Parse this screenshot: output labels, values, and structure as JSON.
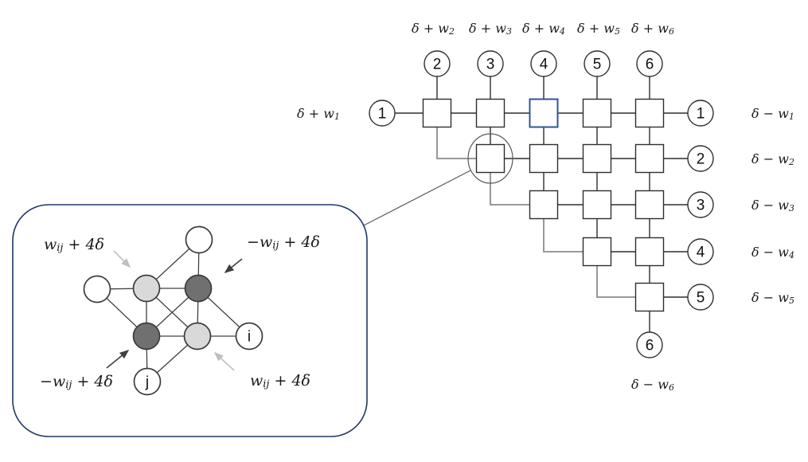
{
  "colors": {
    "line": "#2e2e2e",
    "line-gray": "#8c8c8c",
    "accent-blue": "#2F5597",
    "navy": "#203864",
    "light-gray": "#D9D9D9",
    "dark-gray": "#707070",
    "arrow-dark": "#404040",
    "arrow-light": "#BFBFBF"
  },
  "grid": {
    "top_nodes": [
      {
        "id": "2",
        "label_base": "δ + w",
        "label_sub": "2"
      },
      {
        "id": "3",
        "label_base": "δ + w",
        "label_sub": "3"
      },
      {
        "id": "4",
        "label_base": "δ + w",
        "label_sub": "4"
      },
      {
        "id": "5",
        "label_base": "δ + w",
        "label_sub": "5"
      },
      {
        "id": "6",
        "label_base": "δ + w",
        "label_sub": "6"
      }
    ],
    "left_node": {
      "id": "1",
      "label_base": "δ + w",
      "label_sub": "1"
    },
    "right_nodes": [
      {
        "id": "1",
        "label_base": "δ − w",
        "label_sub": "1"
      },
      {
        "id": "2",
        "label_base": "δ − w",
        "label_sub": "2"
      },
      {
        "id": "3",
        "label_base": "δ − w",
        "label_sub": "3"
      },
      {
        "id": "4",
        "label_base": "δ − w",
        "label_sub": "4"
      },
      {
        "id": "5",
        "label_base": "δ − w",
        "label_sub": "5"
      }
    ],
    "bottom_node": {
      "id": "6",
      "label_base": "δ − w",
      "label_sub": "6"
    }
  },
  "inset": {
    "node_i_label": "i",
    "node_j_label": "j",
    "labels": {
      "top_left": {
        "pre": "w",
        "sub": "ij",
        "post": " + 4δ"
      },
      "top_right": {
        "pre": "−w",
        "sub": "ij",
        "post": " + 4δ"
      },
      "bottom_left": {
        "pre": "−w",
        "sub": "ij",
        "post": " + 4δ"
      },
      "bottom_right": {
        "pre": "w",
        "sub": "ij",
        "post": " + 4δ"
      }
    }
  }
}
